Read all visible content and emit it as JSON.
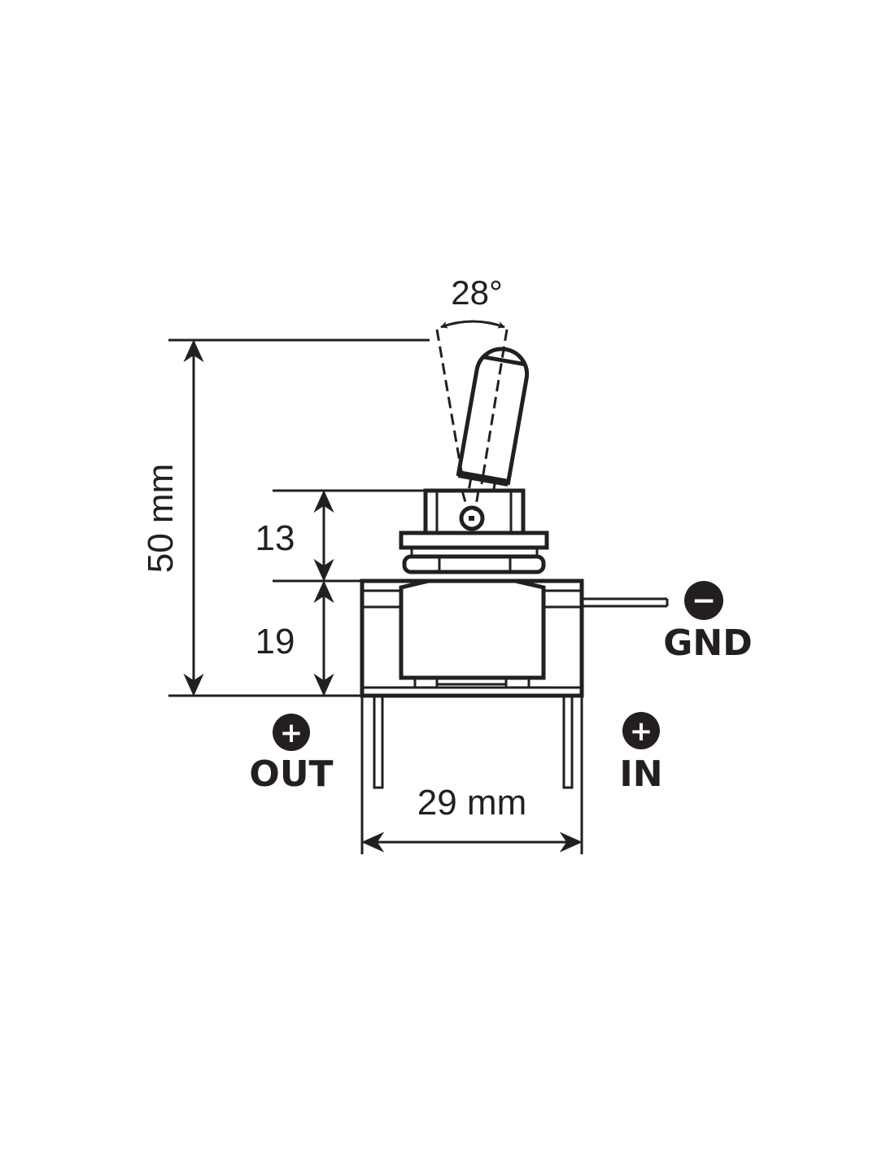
{
  "dimensions": {
    "height_total": "50 mm",
    "bushing_height": "13",
    "body_height": "19",
    "width": "29 mm",
    "toggle_angle": "28°"
  },
  "terminals": {
    "gnd": {
      "label": "GND",
      "sign": "−"
    },
    "out": {
      "label": "OUT",
      "sign": "+"
    },
    "in": {
      "label": "IN",
      "sign": "+"
    }
  },
  "colors": {
    "ink": "#231f20",
    "background": "#ffffff"
  }
}
